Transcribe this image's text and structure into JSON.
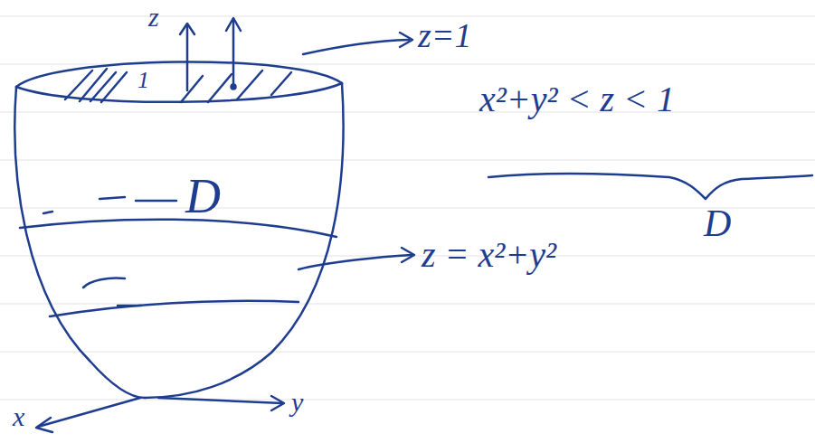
{
  "diagram": {
    "labels": [
      "z",
      "z=1",
      "1",
      "x²+y² < z < 1",
      "D",
      "D",
      "z = x²+y²",
      "x",
      "y"
    ]
  }
}
